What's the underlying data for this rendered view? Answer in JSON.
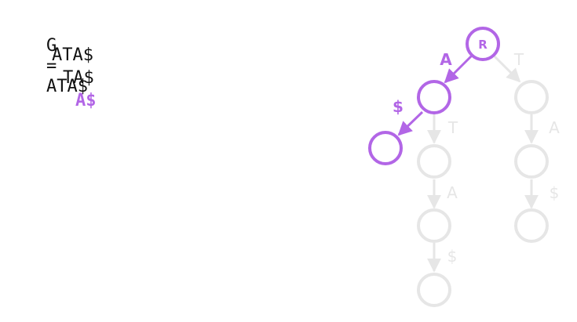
{
  "equation": {
    "lhs": "G",
    "eq": "=",
    "rhs": "ATA$"
  },
  "suffixes": [
    "ATA$",
    "TA$",
    "A$"
  ],
  "highlight_suffix_index": 2,
  "tree": {
    "root_label": "R",
    "edge_labels": {
      "root_left": "A",
      "root_right": "T",
      "left_dollar": "$",
      "left_T": "T",
      "right_A": "A",
      "right_dollar": "$",
      "mid_A": "A",
      "mid_dollar": "$"
    }
  },
  "colors": {
    "highlight": "#b266e6",
    "faded": "#e6e6e6",
    "text": "#111111"
  }
}
